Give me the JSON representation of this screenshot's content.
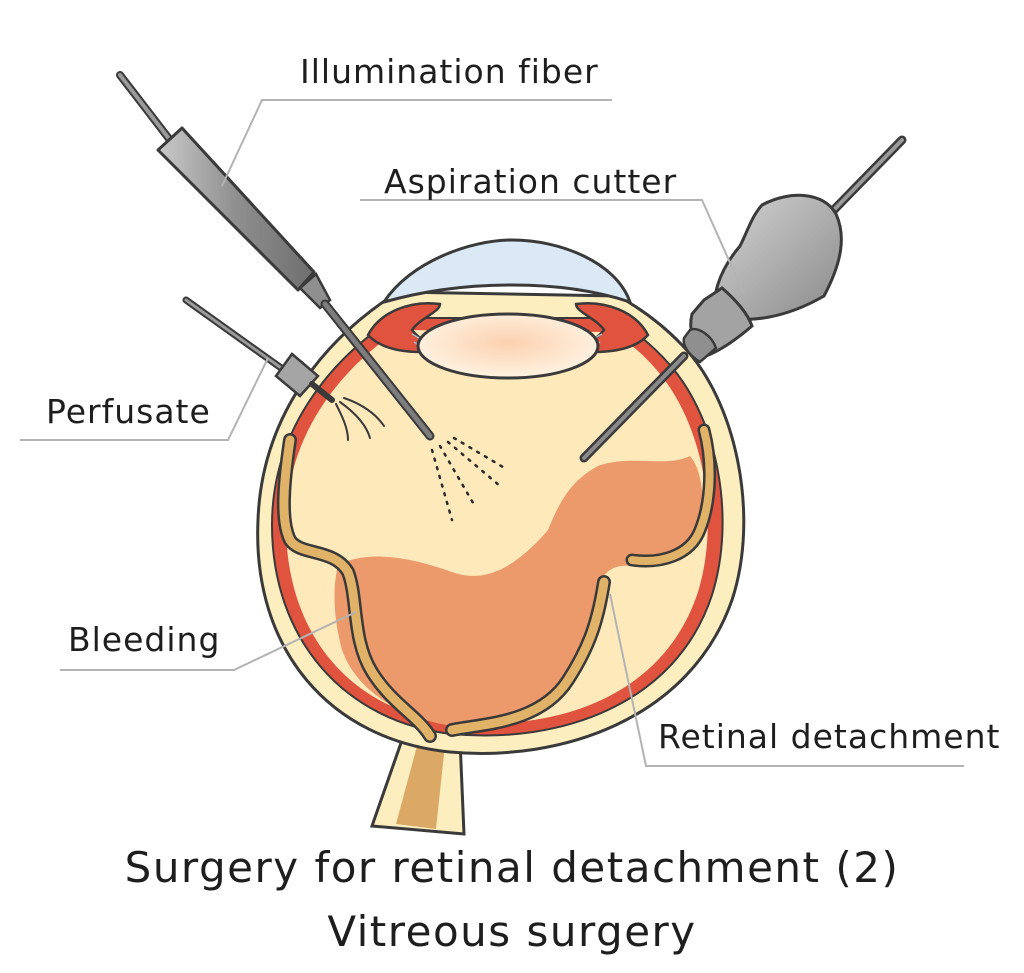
{
  "labels": {
    "illumination_fiber": "Illumination fiber",
    "aspiration_cutter": "Aspiration cutter",
    "perfusate": "Perfusate",
    "bleeding": "Bleeding",
    "retinal_detachment": "Retinal detachment"
  },
  "caption": {
    "line1": "Surgery for retinal detachment (2)",
    "line2": "Vitreous surgery"
  },
  "colors": {
    "outline": "#3a3a3a",
    "sclera": "#fdeec0",
    "vitreous": "#fde9ba",
    "choroid": "#e0533e",
    "hemorrhage": "#ec9a6b",
    "retina_band": "#e0b369",
    "cornea": "#dbe9f7",
    "lens": "#fff3df",
    "instrument_gray": "#9a9a9a",
    "leader_line": "#b3b3b3"
  }
}
